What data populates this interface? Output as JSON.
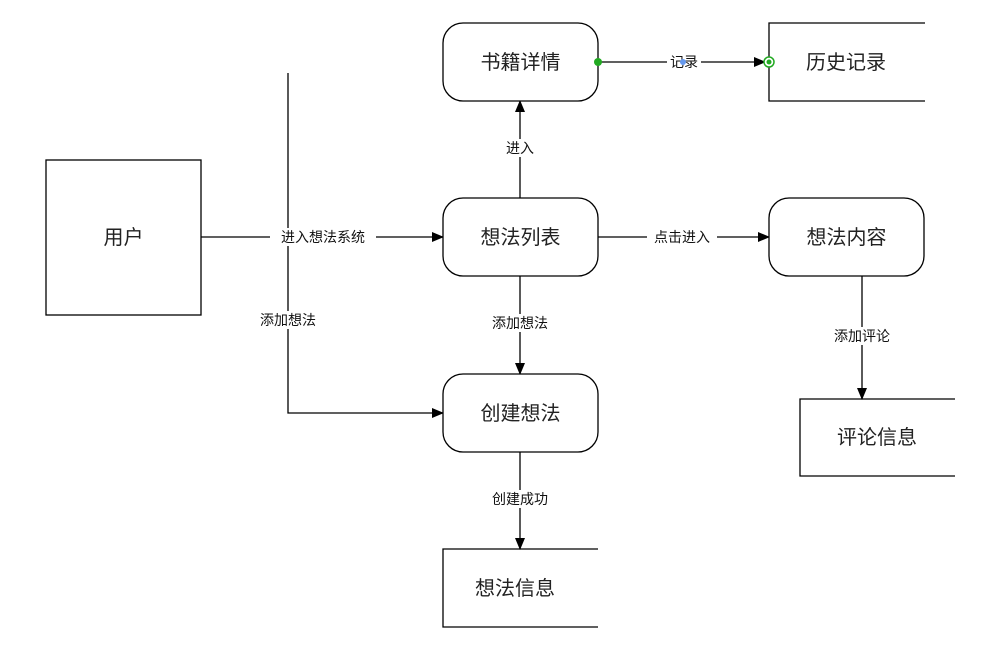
{
  "diagram": {
    "type": "data-flow",
    "nodes": {
      "user": {
        "label": "用户",
        "kind": "external-entity"
      },
      "book_detail": {
        "label": "书籍详情",
        "kind": "process"
      },
      "history": {
        "label": "历史记录",
        "kind": "data-store"
      },
      "idea_list": {
        "label": "想法列表",
        "kind": "process"
      },
      "idea_content": {
        "label": "想法内容",
        "kind": "process"
      },
      "create_idea": {
        "label": "创建想法",
        "kind": "process"
      },
      "comment_info": {
        "label": "评论信息",
        "kind": "data-store"
      },
      "idea_info": {
        "label": "想法信息",
        "kind": "data-store"
      }
    },
    "edges": {
      "enter_system": {
        "from": "用户",
        "to": "想法列表",
        "label": "进入想法系统"
      },
      "add_idea_user": {
        "from": "用户",
        "to": "创建想法",
        "label": "添加想法"
      },
      "enter_book": {
        "from": "想法列表",
        "to": "书籍详情",
        "label": "进入"
      },
      "record": {
        "from": "书籍详情",
        "to": "历史记录",
        "label": "记录"
      },
      "click_enter": {
        "from": "想法列表",
        "to": "想法内容",
        "label": "点击进入"
      },
      "add_idea_list": {
        "from": "想法列表",
        "to": "创建想法",
        "label": "添加想法"
      },
      "add_comment": {
        "from": "想法内容",
        "to": "评论信息",
        "label": "添加评论"
      },
      "create_success": {
        "from": "创建想法",
        "to": "想法信息",
        "label": "创建成功"
      }
    },
    "colors": {
      "stroke": "#000000",
      "connector_point": "#22aa22",
      "label_marker": "#6699ee"
    }
  }
}
